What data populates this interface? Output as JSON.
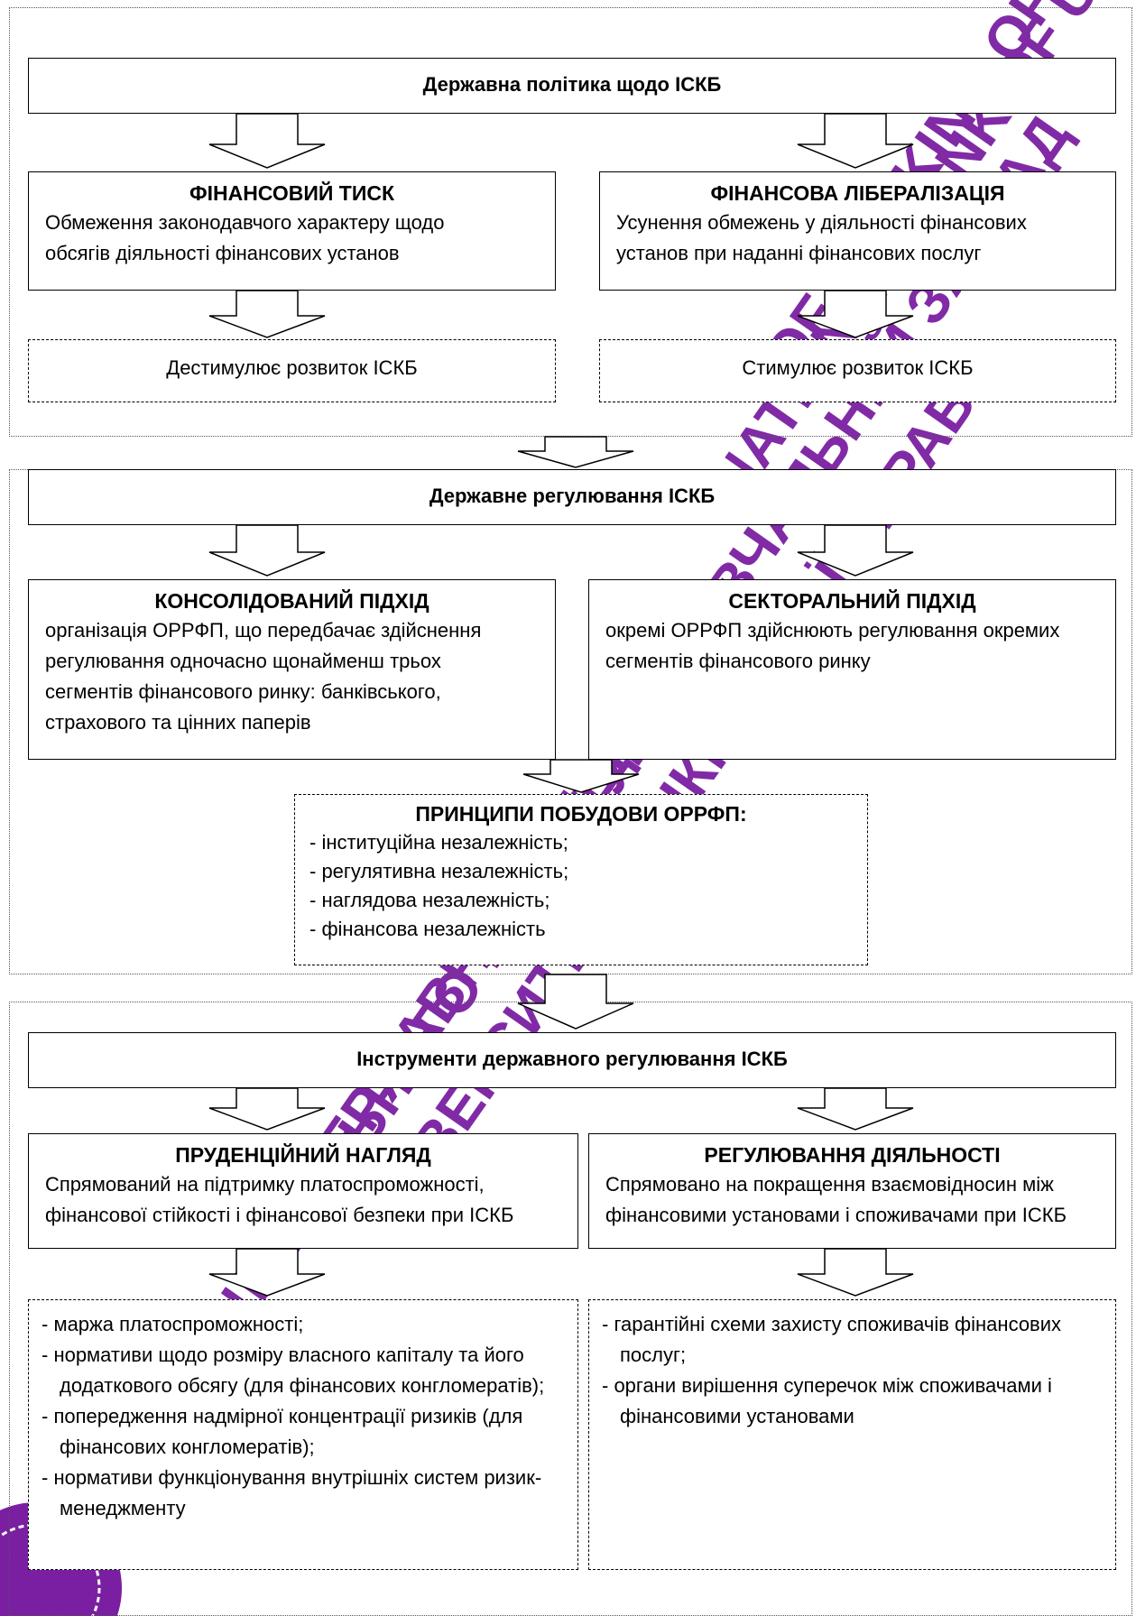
{
  "colors": {
    "border": "#000000",
    "watermark": "#7b1fa2",
    "section_border": "#555555"
  },
  "section1": {
    "title": "Державна політика щодо ІСКБ",
    "left": {
      "title": "ФІНАНСОВИЙ ТИСК",
      "lines": [
        "Обмеження законодавчого характеру щодо",
        "обсягів діяльності фінансових установ"
      ],
      "effect": "Дестимулює розвиток ІСКБ"
    },
    "right": {
      "title": "ФІНАНСОВА ЛІБЕРАЛІЗАЦІЯ",
      "lines": [
        "Усунення обмежень у діяльності фінансових",
        "установ при наданні фінансових послуг"
      ],
      "effect": "Стимулює розвиток ІСКБ"
    }
  },
  "section2": {
    "title": "Державне регулювання ІСКБ",
    "left": {
      "title": "КОНСОЛІДОВАНИЙ ПІДХІД",
      "lines": [
        "організація ОРРФП, що передбачає здійснення",
        "регулювання одночасно щонайменш трьох",
        "сегментів фінансового ринку: банківського,",
        "страхового та цінних паперів"
      ]
    },
    "right": {
      "title": "СЕКТОРАЛЬНИЙ ПІДХІД",
      "lines": [
        "окремі ОРРФП здійснюють регулювання окремих",
        "сегментів фінансового ринку"
      ]
    },
    "principles": {
      "title": "ПРИНЦИПИ ПОБУДОВИ ОРРФП:",
      "items": [
        "- інституційна незалежність;",
        "- регулятивна незалежність;",
        "- наглядова незалежність;",
        "- фінансова незалежність"
      ]
    }
  },
  "section3": {
    "title": "Інструменти державного регулювання ІСКБ",
    "left": {
      "title": "ПРУДЕНЦІЙНИЙ НАГЛЯД",
      "lines": [
        "Спрямований на підтримку платоспроможності,",
        "фінансової стійкості і фінансової безпеки при ІСКБ"
      ],
      "items": [
        "- маржа платоспроможності;",
        "- нормативи щодо розміру власного капіталу та його додаткового обсягу (для фінансових конгломератів);",
        "- попередження надмірної концентрації ризиків (для фінансових конгломератів);",
        "- нормативи функціонування внутрішніх систем ризик-менеджменту"
      ]
    },
    "right": {
      "title": "РЕГУЛЮВАННЯ ДІЯЛЬНОСТІ",
      "lines": [
        "Спрямовано на покращення взаємовідносин між",
        "фінансовими установами і споживачами при ІСКБ"
      ],
      "items": [
        "- гарантійні схеми захисту споживачів фінансових послуг;",
        "- органи вирішення суперечок між споживачами і фінансовими установами"
      ]
    }
  },
  "watermark": {
    "lines": [
      "OF BANKING OF UKRAINE",
      "NATIONAL BANK OF UKRAINE",
      "ДЕРЖАВНИЙ ВИЩИЙ НАВЧАЛЬНИЙ ЗАКЛАД",
      "УНІВЕРСИТЕТ БАНКІВСЬКОЇ СПРАВИ",
      "НАЦІОНАЛЬНОГО БАНКУ УКРАЇНИ"
    ]
  }
}
